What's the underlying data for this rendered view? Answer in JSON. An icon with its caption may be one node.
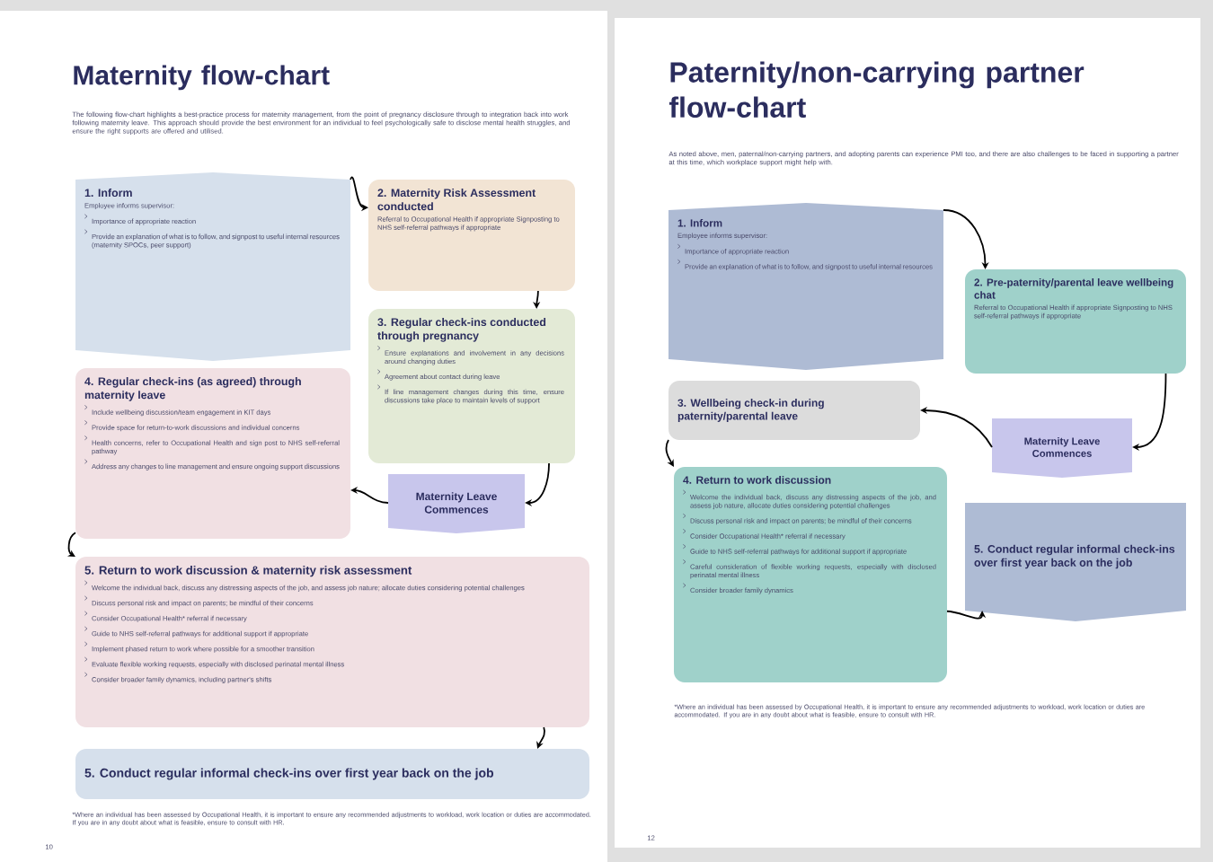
{
  "diagram": {
    "nodes": [
      {
        "text": [
          "1. Inform",
          "Employee informs supervisor:",
          "Importance of appropriate reaction",
          "Provide an explanation of what is to follow, and signpost to useful internal resources (maternity SPOCs, peer support)"
        ]
      },
      {
        "text": [
          "2. Maternity Risk Assessment conducted",
          "Referral to Occupational Health if appropriate Signposting to NHS self-referral pathways if appropriate"
        ]
      },
      {
        "text": [
          "3. Regular check-ins conducted through pregnancy",
          "Ensure explanations and involvement in any decisions around changing duties",
          "Agreement about contact during leave",
          "If line management changes during this time, ensure discussions take place to maintain levels of support"
        ]
      },
      {
        "text": [
          "Maternity Leave Commences"
        ]
      },
      {
        "text": [
          "4. Regular check-ins (as agreed) through maternity leave",
          "Include wellbeing discussion/team engagement in KIT days",
          "Provide space for return-to-work discussions and individual concerns",
          "Health concerns, refer to Occupational Health and sign post to NHS self-referral pathway",
          "Address any changes to line management and ensure ongoing support discussions"
        ]
      },
      {
        "text": [
          "5. Return to work discussion & maternity risk assessment",
          "Welcome the individual back, discuss any distressing aspects of the job, and assess job nature; allocate duties considering potential challenges",
          "Discuss personal risk and impact on parents; be mindful of their concerns",
          "Consider Occupational Health* referral if necessary",
          "Guide to NHS self-referral pathways for additional support if appropriate",
          "Implement phased return to work where possible for a smoother transition",
          "Evaluate flexible working requests, especially with disclosed perinatal mental illness",
          "Consider broader family dynamics, including partner's shifts"
        ]
      },
      {
        "text": [
          "5. Conduct regular informal check-ins over first year back on the job"
        ]
      },
      {
        "text": [
          "1. Inform",
          "Employee informs supervisor:",
          "Importance of appropriate reaction",
          "Provide an explanation of what is to follow, and signpost to useful internal resources"
        ]
      },
      {
        "text": [
          "2. Pre-paternity/parental leave wellbeing chat",
          "Referral to Occupational Health if appropriate Signposting to NHS self-referral pathways if appropriate"
        ]
      },
      {
        "text": [
          "Maternity Leave Commences"
        ]
      },
      {
        "text": [
          "3. Wellbeing check-in during paternity/parental leave"
        ]
      },
      {
        "text": [
          "4. Return to work discussion",
          "Welcome the individual back, discuss any distressing aspects of the job, and assess job nature, allocate duties considering potential challenges",
          "Discuss personal risk and impact on parents; be mindful of their concerns",
          "Consider Occupational Health* referral if necessary",
          "Guide to NHS self-referral pathways for additional support if appropriate",
          "Careful consideration of flexible working requests, especially with disclosed perinatal mental illness",
          "Consider broader family dynamics"
        ]
      },
      {
        "text": [
          "5. Conduct regular informal check-ins over first year back on the job"
        ]
      }
    ],
    "edges": [
      {
        "from": 0,
        "to": 1,
        "arrow": "to"
      },
      {
        "from": 1,
        "to": 2,
        "arrow": "to"
      },
      {
        "from": 2,
        "to": 3,
        "arrow": "to"
      },
      {
        "from": 3,
        "to": 4,
        "arrow": "to"
      },
      {
        "from": 4,
        "to": 5,
        "arrow": "to"
      },
      {
        "from": 5,
        "to": 6,
        "arrow": "to"
      },
      {
        "from": 7,
        "to": 8,
        "arrow": "to"
      },
      {
        "from": 8,
        "to": 9,
        "arrow": "to"
      },
      {
        "from": 9,
        "to": 10,
        "arrow": "to"
      },
      {
        "from": 10,
        "to": 11,
        "arrow": "to"
      },
      {
        "from": 11,
        "to": 12,
        "arrow": "to"
      }
    ],
    "labels": [
      "Maternity flow-chart",
      "The following flow-chart highlights a best-practice process for maternity management, from the point of pregnancy disclosure through to integration back into work following maternity leave. This approach should provide the best environment for an individual to feel psychologically safe to disclose mental health struggles, and ensure the right supports are offered and utilised.",
      "*Where an individual has been assessed by Occupational Health, it is important to ensure any recommended adjustments to workload, work location or duties are accommodated. If you are in any doubt about what is feasible, ensure to consult with HR.",
      "10",
      "Paternity/non-carrying partner flow-chart",
      "As noted above, men, paternal/non-carrying partners, and adopting parents can experience PMI too, and there are also challenges to be faced in supporting a partner at this time, which workplace support might help with.",
      "*Where an individual has been assessed by Occupational Health, it is important to ensure any recommended adjustments to workload, work location or duties are accommodated. If you are in any doubt about what is feasible, ensure to consult with HR.",
      "12"
    ]
  }
}
